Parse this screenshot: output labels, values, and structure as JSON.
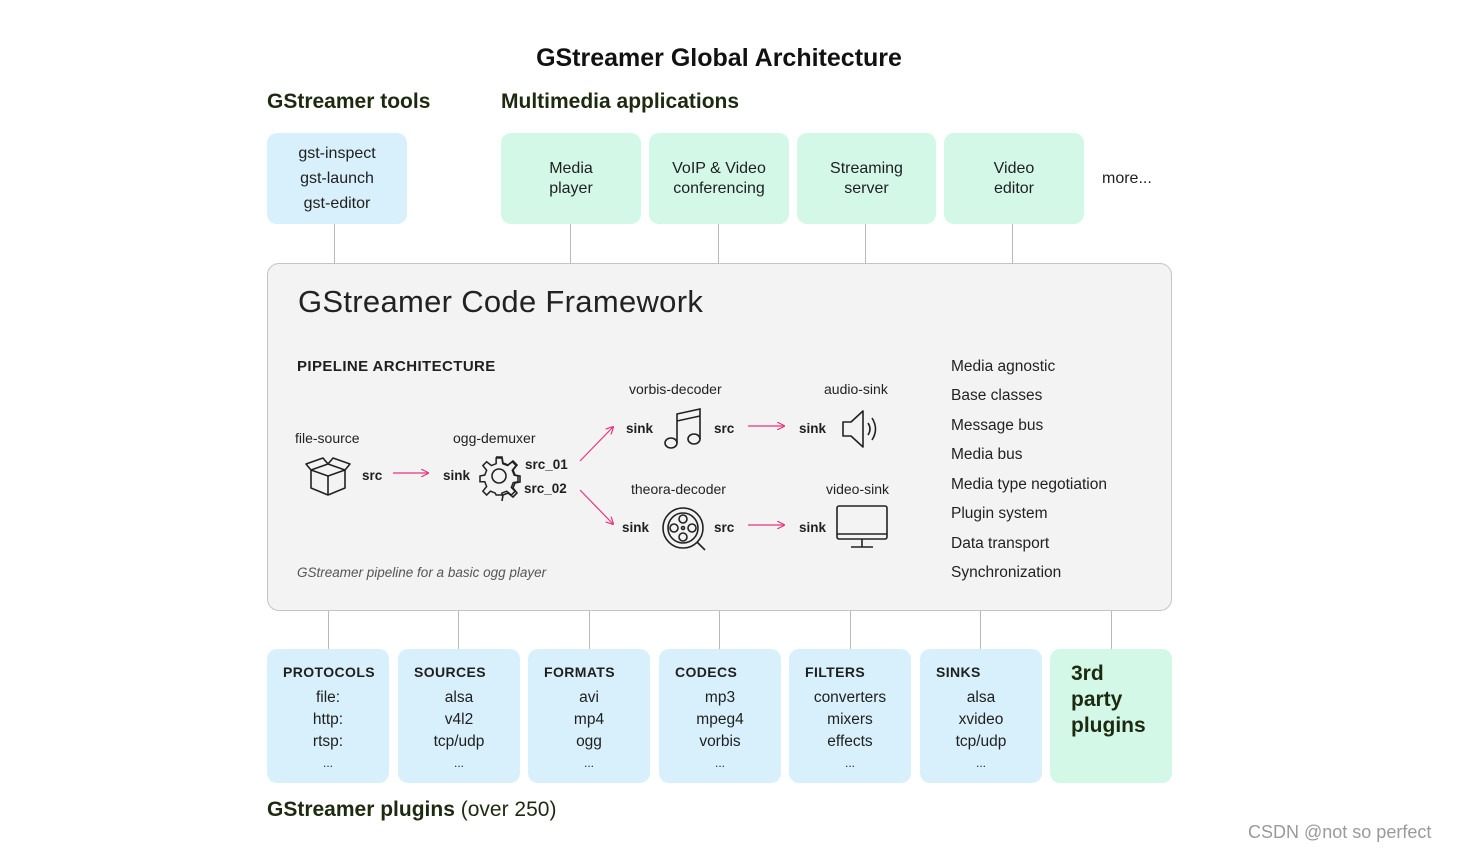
{
  "title": "GStreamer Global Architecture",
  "tools": {
    "heading": "GStreamer tools",
    "items": [
      "gst-inspect",
      "gst-launch",
      "gst-editor"
    ]
  },
  "applications": {
    "heading": "Multimedia applications",
    "items": [
      {
        "line1": "Media",
        "line2": "player"
      },
      {
        "line1": "VoIP & Video",
        "line2": "conferencing"
      },
      {
        "line1": "Streaming",
        "line2": "server"
      },
      {
        "line1": "Video",
        "line2": "editor"
      }
    ],
    "more": "more..."
  },
  "framework": {
    "title": "GStreamer Code Framework",
    "pipeline_heading": "PIPELINE ARCHITECTURE",
    "caption": "GStreamer pipeline for a basic ogg player",
    "elements": {
      "file_source": "file-source",
      "ogg_demuxer": "ogg-demuxer",
      "vorbis_decoder": "vorbis-decoder",
      "theora_decoder": "theora-decoder",
      "audio_sink": "audio-sink",
      "video_sink": "video-sink"
    },
    "pads": {
      "src": "src",
      "sink": "sink",
      "src_01": "src_01",
      "src_02": "src_02"
    },
    "icons": {
      "file_source": "box-icon",
      "ogg_demuxer": "gear-icon",
      "vorbis_decoder": "music-note-icon",
      "theora_decoder": "film-reel-icon",
      "audio_sink": "speaker-icon",
      "video_sink": "monitor-icon"
    },
    "features": [
      "Media agnostic",
      "Base classes",
      "Message bus",
      "Media bus",
      "Media type negotiation",
      "Plugin system",
      "Data transport",
      "Synchronization"
    ]
  },
  "plugins": {
    "categories": [
      {
        "title": "PROTOCOLS",
        "items": [
          "file:",
          "http:",
          "rtsp:"
        ],
        "more": "..."
      },
      {
        "title": "SOURCES",
        "items": [
          "alsa",
          "v4l2",
          "tcp/udp"
        ],
        "more": "..."
      },
      {
        "title": "FORMATS",
        "items": [
          "avi",
          "mp4",
          "ogg"
        ],
        "more": "..."
      },
      {
        "title": "CODECS",
        "items": [
          "mp3",
          "mpeg4",
          "vorbis"
        ],
        "more": "..."
      },
      {
        "title": "FILTERS",
        "items": [
          "converters",
          "mixers",
          "effects"
        ],
        "more": "..."
      },
      {
        "title": "SINKS",
        "items": [
          "alsa",
          "xvideo",
          "tcp/udp"
        ],
        "more": "..."
      }
    ],
    "third_party": [
      "3rd",
      "party",
      "plugins"
    ],
    "footer_bold": "GStreamer plugins",
    "footer_rest": " (over 250)"
  },
  "colors": {
    "tools_bg": "#d8f0fb",
    "apps_bg": "#d3f8e8",
    "framework_bg": "#f3f3f3",
    "arrow": "#e8357a"
  },
  "watermark": "CSDN @not  so perfect"
}
